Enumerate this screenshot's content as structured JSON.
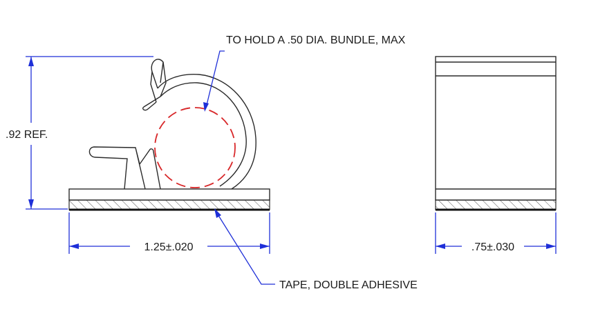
{
  "notes": {
    "bundle": "TO HOLD A .50 DIA.  BUNDLE, MAX",
    "tape": "TAPE, DOUBLE ADHESIVE"
  },
  "dimensions": {
    "height": ".92 REF.",
    "width": "1.25±.020",
    "depth": ".75±.030"
  },
  "colors": {
    "dimension_lines": "#1e2fd8",
    "bundle_outline": "#d8282a",
    "object_lines": "#2a2a2a"
  }
}
